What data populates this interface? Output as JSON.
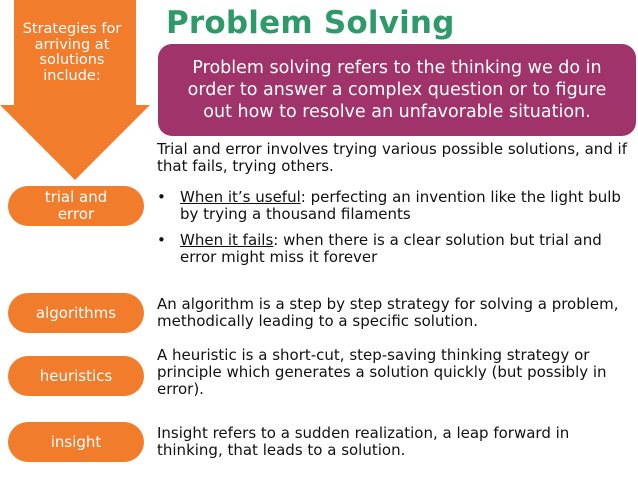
{
  "title": "Problem Solving",
  "arrow": {
    "text": "Strategies for arriving at solutions include:"
  },
  "definition": "Problem solving refers to the thinking we do in order to answer a complex question or to figure out how to resolve an unfavorable situation.",
  "strategies": [
    {
      "label": "trial and error",
      "description": "Trial and error involves trying various possible solutions, and if that fails, trying others.",
      "bullets": [
        {
          "lead": "When it’s useful",
          "text": ": perfecting an invention like the light bulb by trying a thousand filaments"
        },
        {
          "lead": "When it fails",
          "text": ": when there is a clear solution but trial and error might miss it forever"
        }
      ]
    },
    {
      "label": "algorithms",
      "description": "An algorithm is a step by step strategy for solving a problem, methodically leading to a specific solution."
    },
    {
      "label": "heuristics",
      "description": "A heuristic is a short-cut, step-saving thinking strategy or principle which generates a solution quickly (but possibly in error)."
    },
    {
      "label": "insight",
      "description": "Insight refers to a sudden realization, a leap forward in thinking, that leads to a solution."
    }
  ],
  "bullet_char": "•",
  "colors": {
    "arrow": "#f07c2c",
    "pill": "#f07c2c",
    "definition_box": "#a0346a",
    "title": "#2e9a6a"
  }
}
